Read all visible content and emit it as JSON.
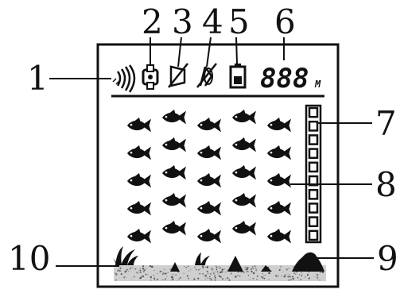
{
  "callouts": [
    "1",
    "2",
    "3",
    "4",
    "5",
    "6",
    "7",
    "8",
    "9",
    "10"
  ],
  "depth_display": {
    "digits": "888",
    "unit": "M"
  },
  "icons": {
    "sonar": "sonar-wave-icon",
    "fish_alarm": "fish-alarm-icon",
    "light": "backlight-off-icon",
    "sound": "sound-off-icon",
    "battery": "battery-icon"
  },
  "fish_grid": {
    "columns": 5,
    "rows": 5,
    "icon": "fish-icon"
  },
  "signal_bar": {
    "segments": 10,
    "icon": "signal-strength-bar"
  },
  "bottom": {
    "weed_icon": "weed-icon",
    "rock_icon": "rock-icon"
  },
  "colors": {
    "ink": "#111111",
    "background": "#ffffff",
    "sand": "#bdbdbd"
  }
}
